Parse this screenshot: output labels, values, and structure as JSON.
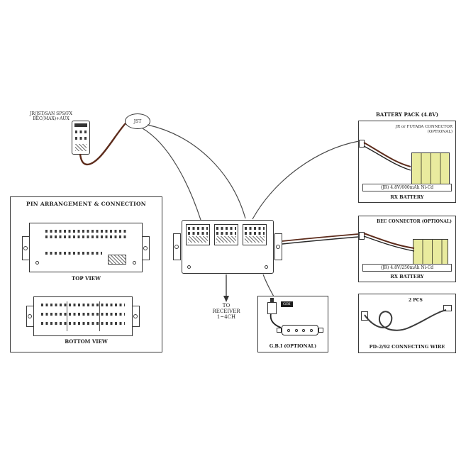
{
  "servo": {
    "label_line1": "JR/JST/SAN SPS/FX",
    "label_line2": "BEC(MAX)+AUX",
    "plug_tag": "JST"
  },
  "pin_panel": {
    "title": "PIN ARRANGEMENT & CONNECTION",
    "top_view_label": "TOP VIEW",
    "bottom_view_label": "BOTTOM VIEW"
  },
  "receiver": {
    "line1": "TO",
    "line2": "RECEIVER",
    "line3": "1~4CH"
  },
  "gbi": {
    "title": "G.B.I (OPTIONAL)",
    "chip_label": "GBI"
  },
  "battery_pack": {
    "title": "BATTERY PACK (4.8V)",
    "connector_line1": "JR or FUTABA CONNECTOR",
    "connector_line2": "(OPTIONAL)",
    "spec": "(JR) 4.8V/600mAh Ni-Cd",
    "type_label": "RX BATTERY"
  },
  "bec_pack": {
    "title": "BEC CONNECTOR (OPTIONAL)",
    "spec": "(JR) 4.8V/250mAh Ni-Cd",
    "type_label": "RX BATTERY"
  },
  "connecting_wire": {
    "count_label": "2 PCS",
    "title": "PD-2/92 CONNECTING WIRE"
  },
  "colors": {
    "line": "#333333",
    "wire_brown": "#5d2c1c",
    "battery_yellow": "#e9eb9e"
  }
}
